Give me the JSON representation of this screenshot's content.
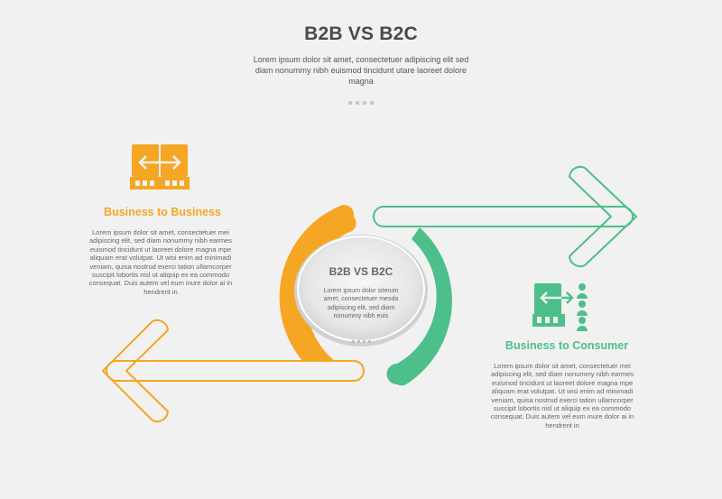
{
  "header": {
    "title": "B2B VS B2C",
    "subtitle": "Lorem ipsum dolor sit amet, consectetuer adipiscing elit sed diam nonummy nibh euismod tincidunt utare laoreet dolore magna"
  },
  "center": {
    "title": "B2B VS B2C",
    "body": "Lorem ipsum dolor siterum amet, consectetuer mesda adipiscing elit, sed diam nonummy nibh euis"
  },
  "b2b": {
    "heading": "Business to Business",
    "body": "Lorem ipsum dolor sit amet, consectetuer mei adipiscing elit, sed diam nonummy nibh earmes euismod tincidunt ut laoreet dolore magna mpe aliquam erat volutpat. Ut wisi enim ad minimadi veniam, quisa nostrud exerci tation ullamcorper suscipit lobortis nisl ut aliquip ex ea commodo consequat. Duis autem vel eum inure dolor ai in hendrerit in",
    "icon": "building-exchange-icon",
    "color": "#f5a623"
  },
  "b2c": {
    "heading": "Business to Consumer",
    "body": "Lorem ipsum dolor sit amet, consectetuer mei adipiscing elit, sed diam nonummy nibh earmes euismod tincidunt ut laoreet dolore magna mpe aliquam erat volutpat. Ut wisi enim ad minimadi veniam, quisa nostrud exerci tation ullamcorper suscipit lobortis nisl ut aliquip ex ea commodo consequat. Duis autem vel eum inure dolor ai in hendrerit in",
    "icon": "business-to-consumer-icon",
    "color": "#4dbf8a"
  }
}
